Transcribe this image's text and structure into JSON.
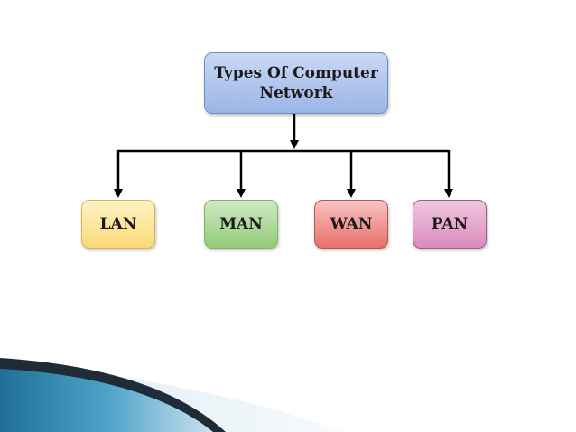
{
  "diagram": {
    "root": {
      "label": "Types Of Computer Network"
    },
    "children": [
      {
        "label": "LAN"
      },
      {
        "label": "MAN"
      },
      {
        "label": "WAN"
      },
      {
        "label": "PAN"
      }
    ]
  },
  "colors": {
    "root_fill": "#9bb5e6",
    "lan_fill": "#fbd979",
    "man_fill": "#93cc7a",
    "wan_fill": "#e8706b",
    "pan_fill": "#d98bbc",
    "connector": "#000000",
    "decor_dark": "#1e2c38",
    "decor_blue": "#2f7fa8"
  }
}
